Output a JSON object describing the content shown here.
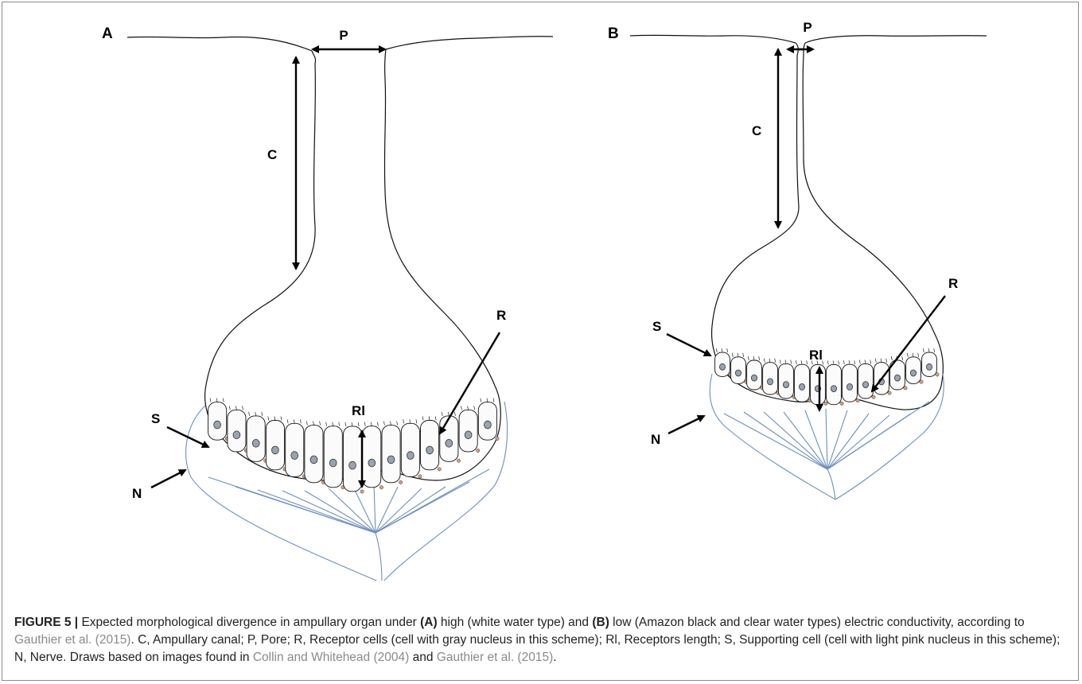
{
  "panels": {
    "a": {
      "panel_letter": "A",
      "labels": {
        "pore": "P",
        "canal": "C",
        "receptor": "R",
        "receptor_length": "Rl",
        "supporting": "S",
        "nerve": "N"
      }
    },
    "b": {
      "panel_letter": "B",
      "labels": {
        "pore": "P",
        "canal": "C",
        "receptor": "R",
        "receptor_length": "Rl",
        "supporting": "S",
        "nerve": "N"
      }
    }
  },
  "caption": {
    "figure_label": "FIGURE 5 |",
    "t1": " Expected morphological divergence in ampullary organ under ",
    "a_label": "(A)",
    "t2": " high (white water type) and ",
    "b_label": "(B)",
    "t3": " low (Amazon black and clear water types) electric conductivity, according to ",
    "ref1": "Gauthier et al. (2015)",
    "t4": ". C, Ampullary canal; P, Pore; R, Receptor cells (cell with gray nucleus in this scheme); Rl, Receptors length; S, Supporting cell (cell with light pink nucleus in this scheme); N, Nerve. Draws based on images found in ",
    "ref2": "Collin and Whitehead (2004)",
    "t5": " and ",
    "ref3": "Gauthier et al. (2015)",
    "t6": "."
  },
  "colors": {
    "outline": "#111111",
    "nerve": "#6d8fbf",
    "nucleus_receptor": "#9aa3b2",
    "nucleus_support": "#d9a07a",
    "reference_link": "#8a8a8a",
    "frame": "#8a8a8a"
  }
}
